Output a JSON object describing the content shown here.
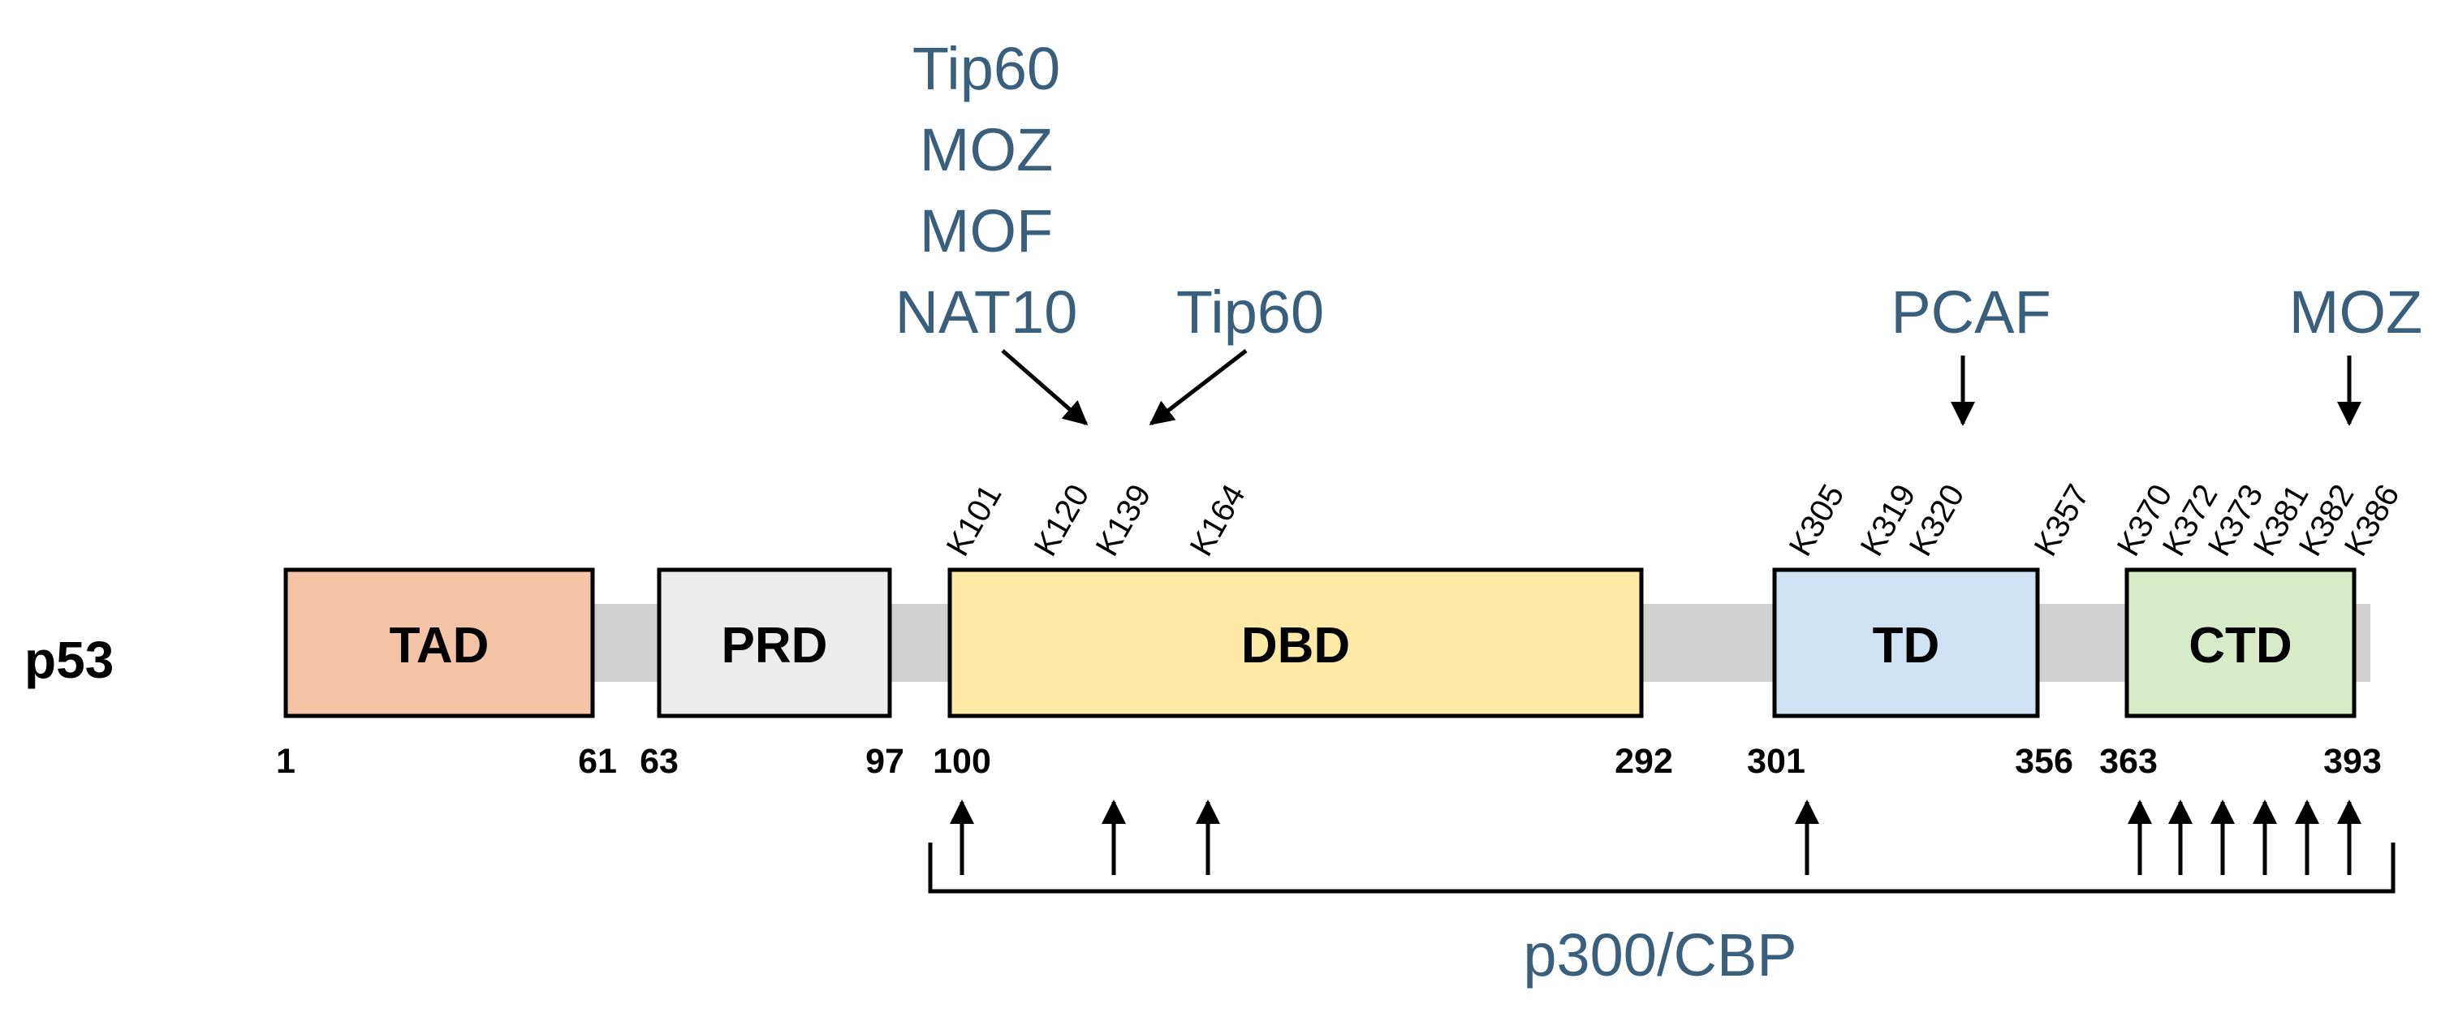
{
  "protein": "p53",
  "domains": [
    {
      "label": "TAD",
      "start": "1",
      "end": "61",
      "color": "#f5c4a6"
    },
    {
      "label": "PRD",
      "start": "63",
      "end": "97",
      "color": "#ececec"
    },
    {
      "label": "DBD",
      "start": "100",
      "end": "292",
      "color": "#ffe9a6"
    },
    {
      "label": "TD",
      "start": "301",
      "end": "356",
      "color": "#cfe2f3"
    },
    {
      "label": "CTD",
      "start": "363",
      "end": "393",
      "color": "#d7ebc9"
    }
  ],
  "linker_color": "#d0d0d0",
  "sites": [
    "K101",
    "K120",
    "K139",
    "K164",
    "K305",
    "K319",
    "K320",
    "K357",
    "K370",
    "K372",
    "K373",
    "K381",
    "K382",
    "K386"
  ],
  "enzymes": {
    "group_120": [
      "Tip60",
      "MOZ",
      "MOF",
      "NAT10"
    ],
    "tip60_139": "Tip60",
    "pcaf": "PCAF",
    "moz_ctd": "MOZ",
    "p300": "p300/CBP"
  },
  "enzyme_color": "#3a5f7d"
}
